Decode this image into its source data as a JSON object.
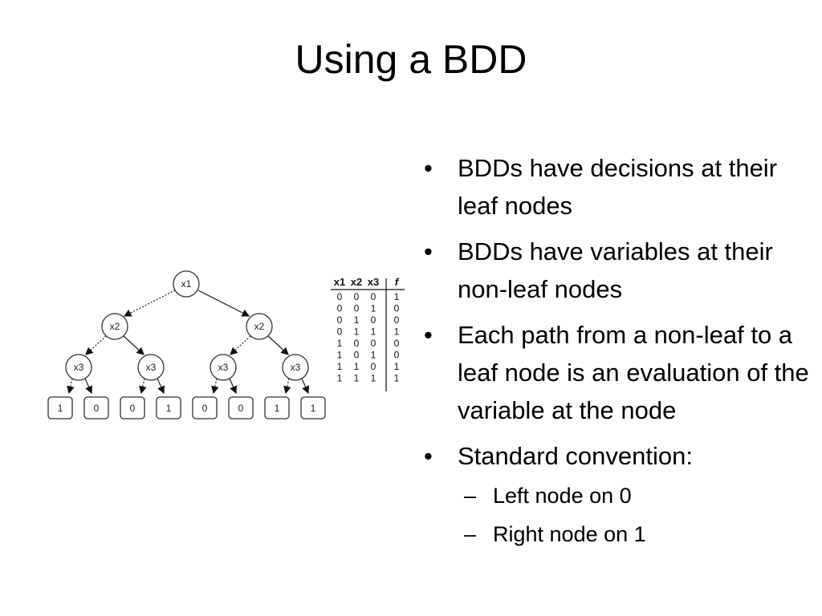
{
  "slide": {
    "title": "Using a BDD"
  },
  "tree": {
    "root": "x1",
    "level2": [
      "x2",
      "x2"
    ],
    "level3": [
      "x3",
      "x3",
      "x3",
      "x3"
    ],
    "leaves": [
      "1",
      "0",
      "0",
      "1",
      "0",
      "0",
      "1",
      "1"
    ]
  },
  "truth_table": {
    "headers": [
      "x1",
      "x2",
      "x3",
      "f"
    ],
    "rows": [
      [
        "0",
        "0",
        "0",
        "1"
      ],
      [
        "0",
        "0",
        "1",
        "0"
      ],
      [
        "0",
        "1",
        "0",
        "0"
      ],
      [
        "0",
        "1",
        "1",
        "1"
      ],
      [
        "1",
        "0",
        "0",
        "0"
      ],
      [
        "1",
        "0",
        "1",
        "0"
      ],
      [
        "1",
        "1",
        "0",
        "1"
      ],
      [
        "1",
        "1",
        "1",
        "1"
      ]
    ]
  },
  "bullets": [
    "BDDs have decisions at their leaf nodes",
    "BDDs have variables at their non-leaf nodes",
    "Each path from a non-leaf to a leaf node is an evaluation of the variable at the node",
    "Standard convention:"
  ],
  "sub_bullets": [
    "Left node on 0",
    "Right node on 1"
  ],
  "symbols": {
    "bullet": "•",
    "dash": "–"
  }
}
